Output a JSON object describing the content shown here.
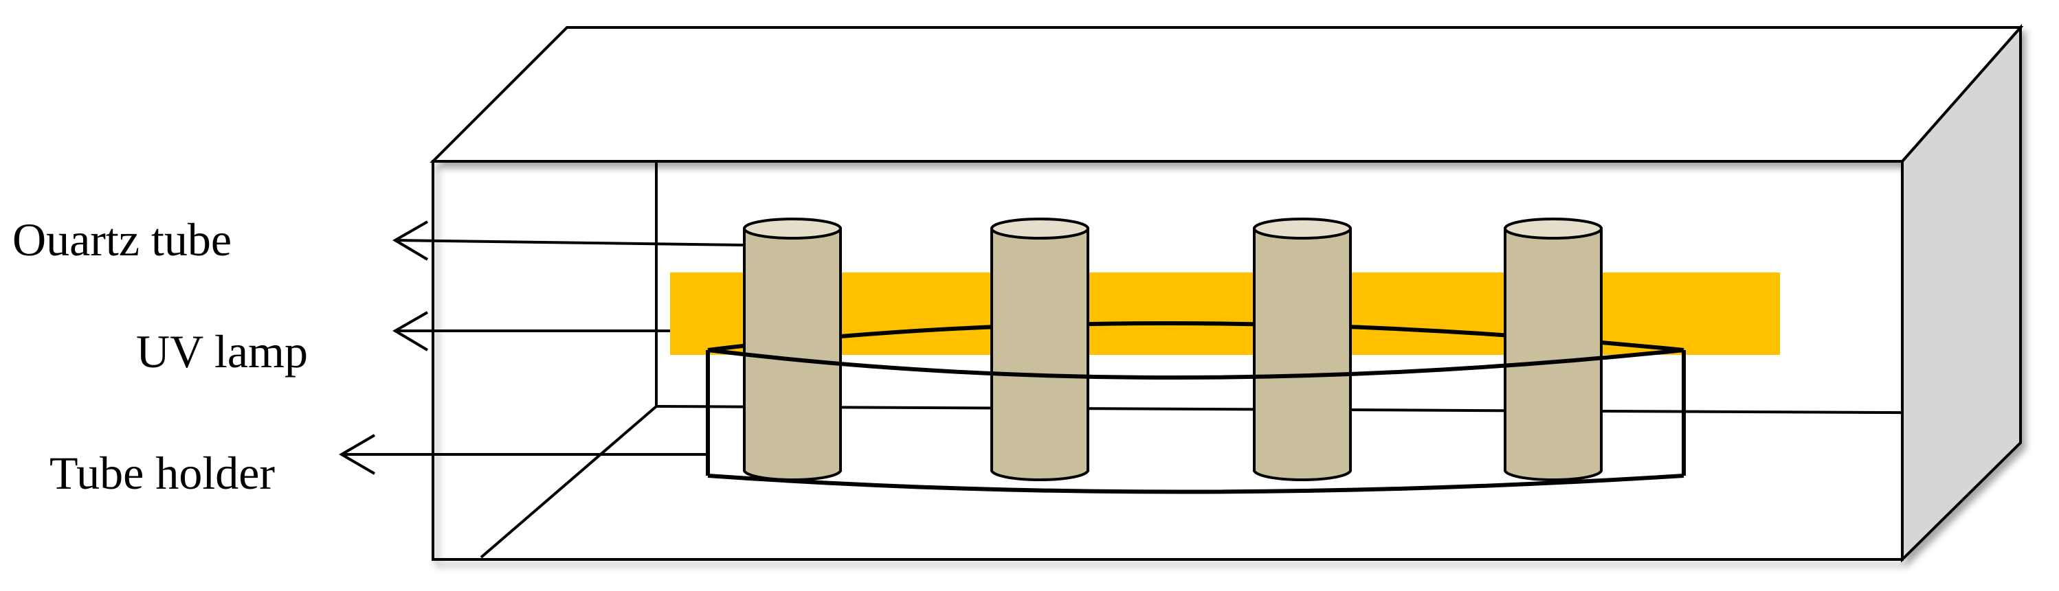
{
  "labels": {
    "quartz_tube": "Ouartz tube",
    "uv_lamp": "UV lamp",
    "tube_holder": "Tube holder"
  },
  "colors": {
    "uv_lamp": "#FFC000",
    "tube_fill": "#C9BF9C",
    "tube_top": "#E4DECB",
    "box_side": "#D6D6D6",
    "outline": "#000000"
  },
  "tube_count": 4
}
